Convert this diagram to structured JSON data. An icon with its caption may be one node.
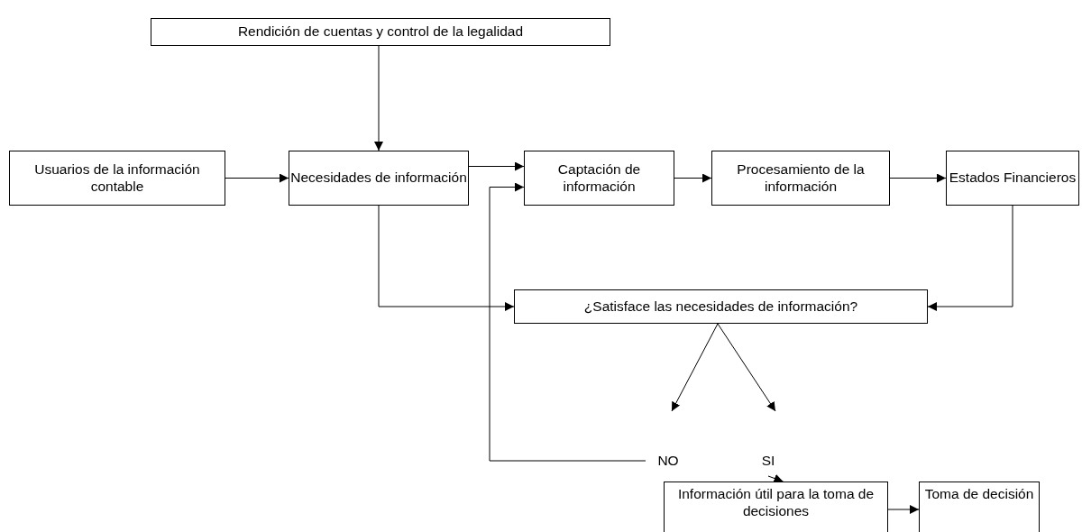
{
  "diagram": {
    "nodes": [
      {
        "text": [
          "Rendición de cuentas y control de la legalidad"
        ]
      },
      {
        "text": [
          "Usuarios de la información contable"
        ]
      },
      {
        "text": [
          "Necesidades de información"
        ]
      },
      {
        "text": [
          "Captación de información"
        ]
      },
      {
        "text": [
          "Procesamiento de la información"
        ]
      },
      {
        "text": [
          "Estados Financieros"
        ]
      },
      {
        "text": [
          "¿Satisface las necesidades de información?"
        ]
      },
      {
        "text": [
          "NO"
        ]
      },
      {
        "text": [
          "SI"
        ]
      },
      {
        "text": [
          "Información útil para la toma de decisiones"
        ]
      },
      {
        "text": [
          "Toma de decisión"
        ]
      }
    ],
    "edges": [
      {
        "from": 0,
        "to": 2,
        "arrow": "to"
      },
      {
        "from": 1,
        "to": 2,
        "arrow": "to"
      },
      {
        "from": 2,
        "to": 3,
        "arrow": "to"
      },
      {
        "from": 3,
        "to": 4,
        "arrow": "to"
      },
      {
        "from": 4,
        "to": 5,
        "arrow": "to"
      },
      {
        "from": 2,
        "to": 6,
        "arrow": "to"
      },
      {
        "from": 5,
        "to": 6,
        "arrow": "to"
      },
      {
        "from": 6,
        "to": 7,
        "arrow": "to"
      },
      {
        "from": 6,
        "to": 8,
        "arrow": "to"
      },
      {
        "from": 7,
        "to": 3,
        "arrow": "to"
      },
      {
        "from": 8,
        "to": 9,
        "arrow": "to"
      },
      {
        "from": 9,
        "to": 10,
        "arrow": "to"
      }
    ]
  }
}
